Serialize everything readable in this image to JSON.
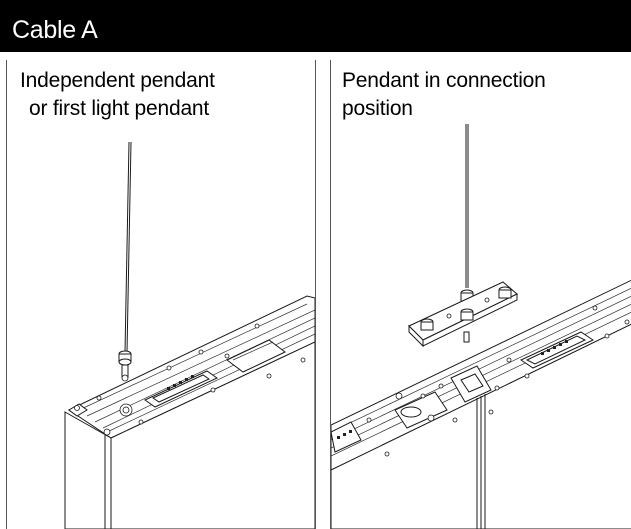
{
  "header": {
    "title": "Cable A"
  },
  "panels": [
    {
      "caption_line1": "Independent pendant",
      "caption_line2": "or first light pendant"
    },
    {
      "caption_line1": "Pendant in connection",
      "caption_line2": "position"
    }
  ],
  "colors": {
    "header_bg": "#000000",
    "header_text": "#ffffff",
    "line": "#1a1a1a"
  }
}
